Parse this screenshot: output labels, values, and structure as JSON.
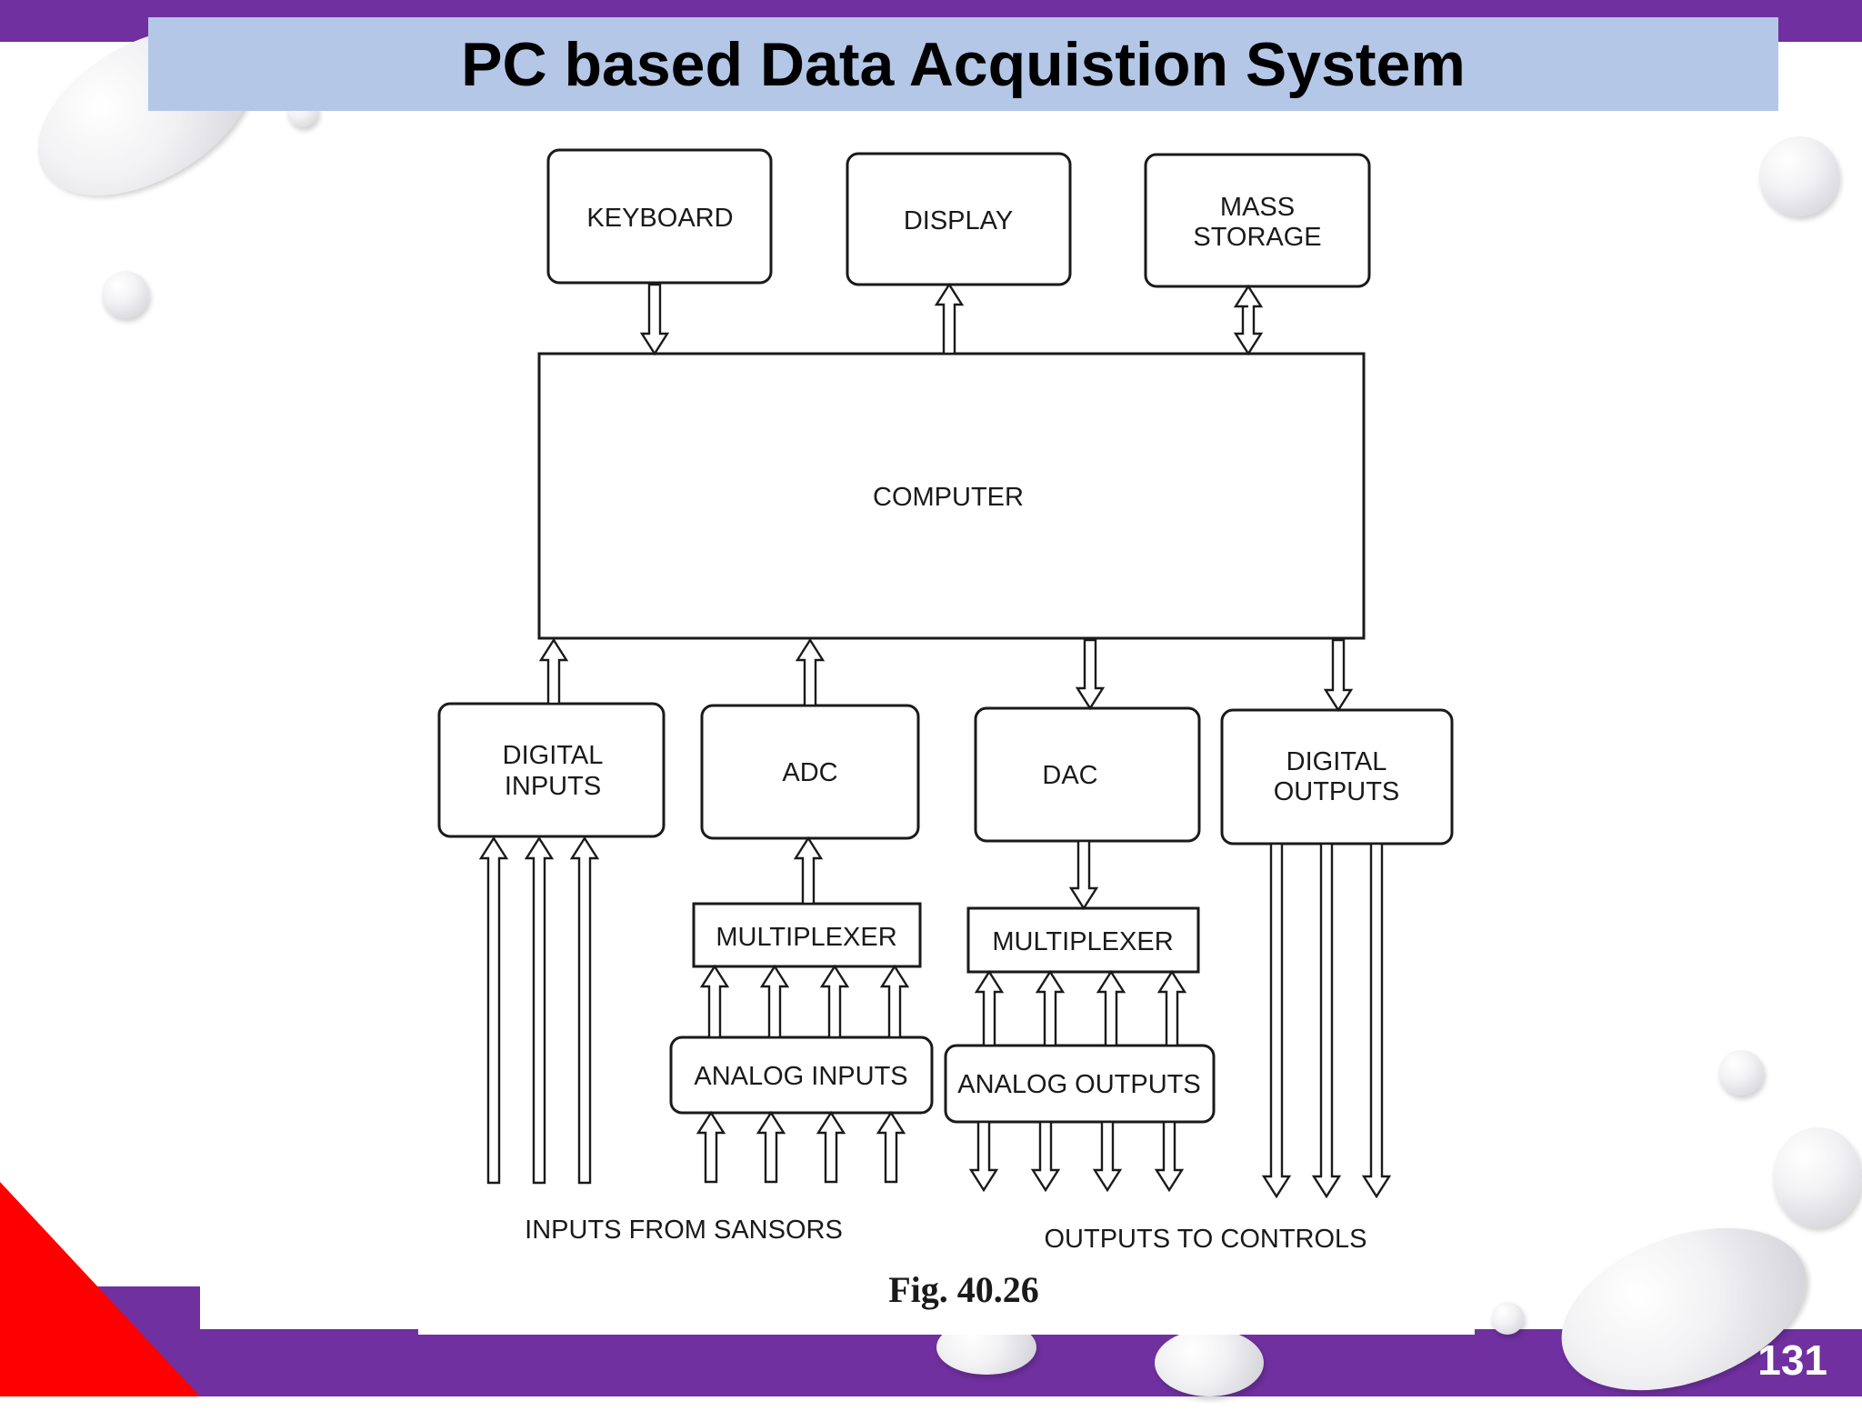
{
  "slide": {
    "title": "PC based Data Acquistion System",
    "page_number": "131"
  },
  "diagram": {
    "nodes": {
      "keyboard": "KEYBOARD",
      "display": "DISPLAY",
      "mass_storage": [
        "MASS",
        "STORAGE"
      ],
      "computer": "COMPUTER",
      "digital_inputs": [
        "DIGITAL",
        "INPUTS"
      ],
      "adc": "ADC",
      "dac": "DAC",
      "digital_outputs": [
        "DIGITAL",
        "OUTPUTS"
      ],
      "multiplexer_in": "MULTIPLEXER",
      "multiplexer_out": "MULTIPLEXER",
      "analog_inputs": "ANALOG INPUTS",
      "analog_outputs": "ANALOG OUTPUTS"
    },
    "footer_left": "INPUTS FROM SANSORS",
    "footer_right": "OUTPUTS TO CONTROLS",
    "caption": "Fig. 40.26"
  },
  "colors": {
    "band": "#7030a0",
    "title_bar": "#b4c7e7",
    "corner_accent": "#ff0000"
  }
}
